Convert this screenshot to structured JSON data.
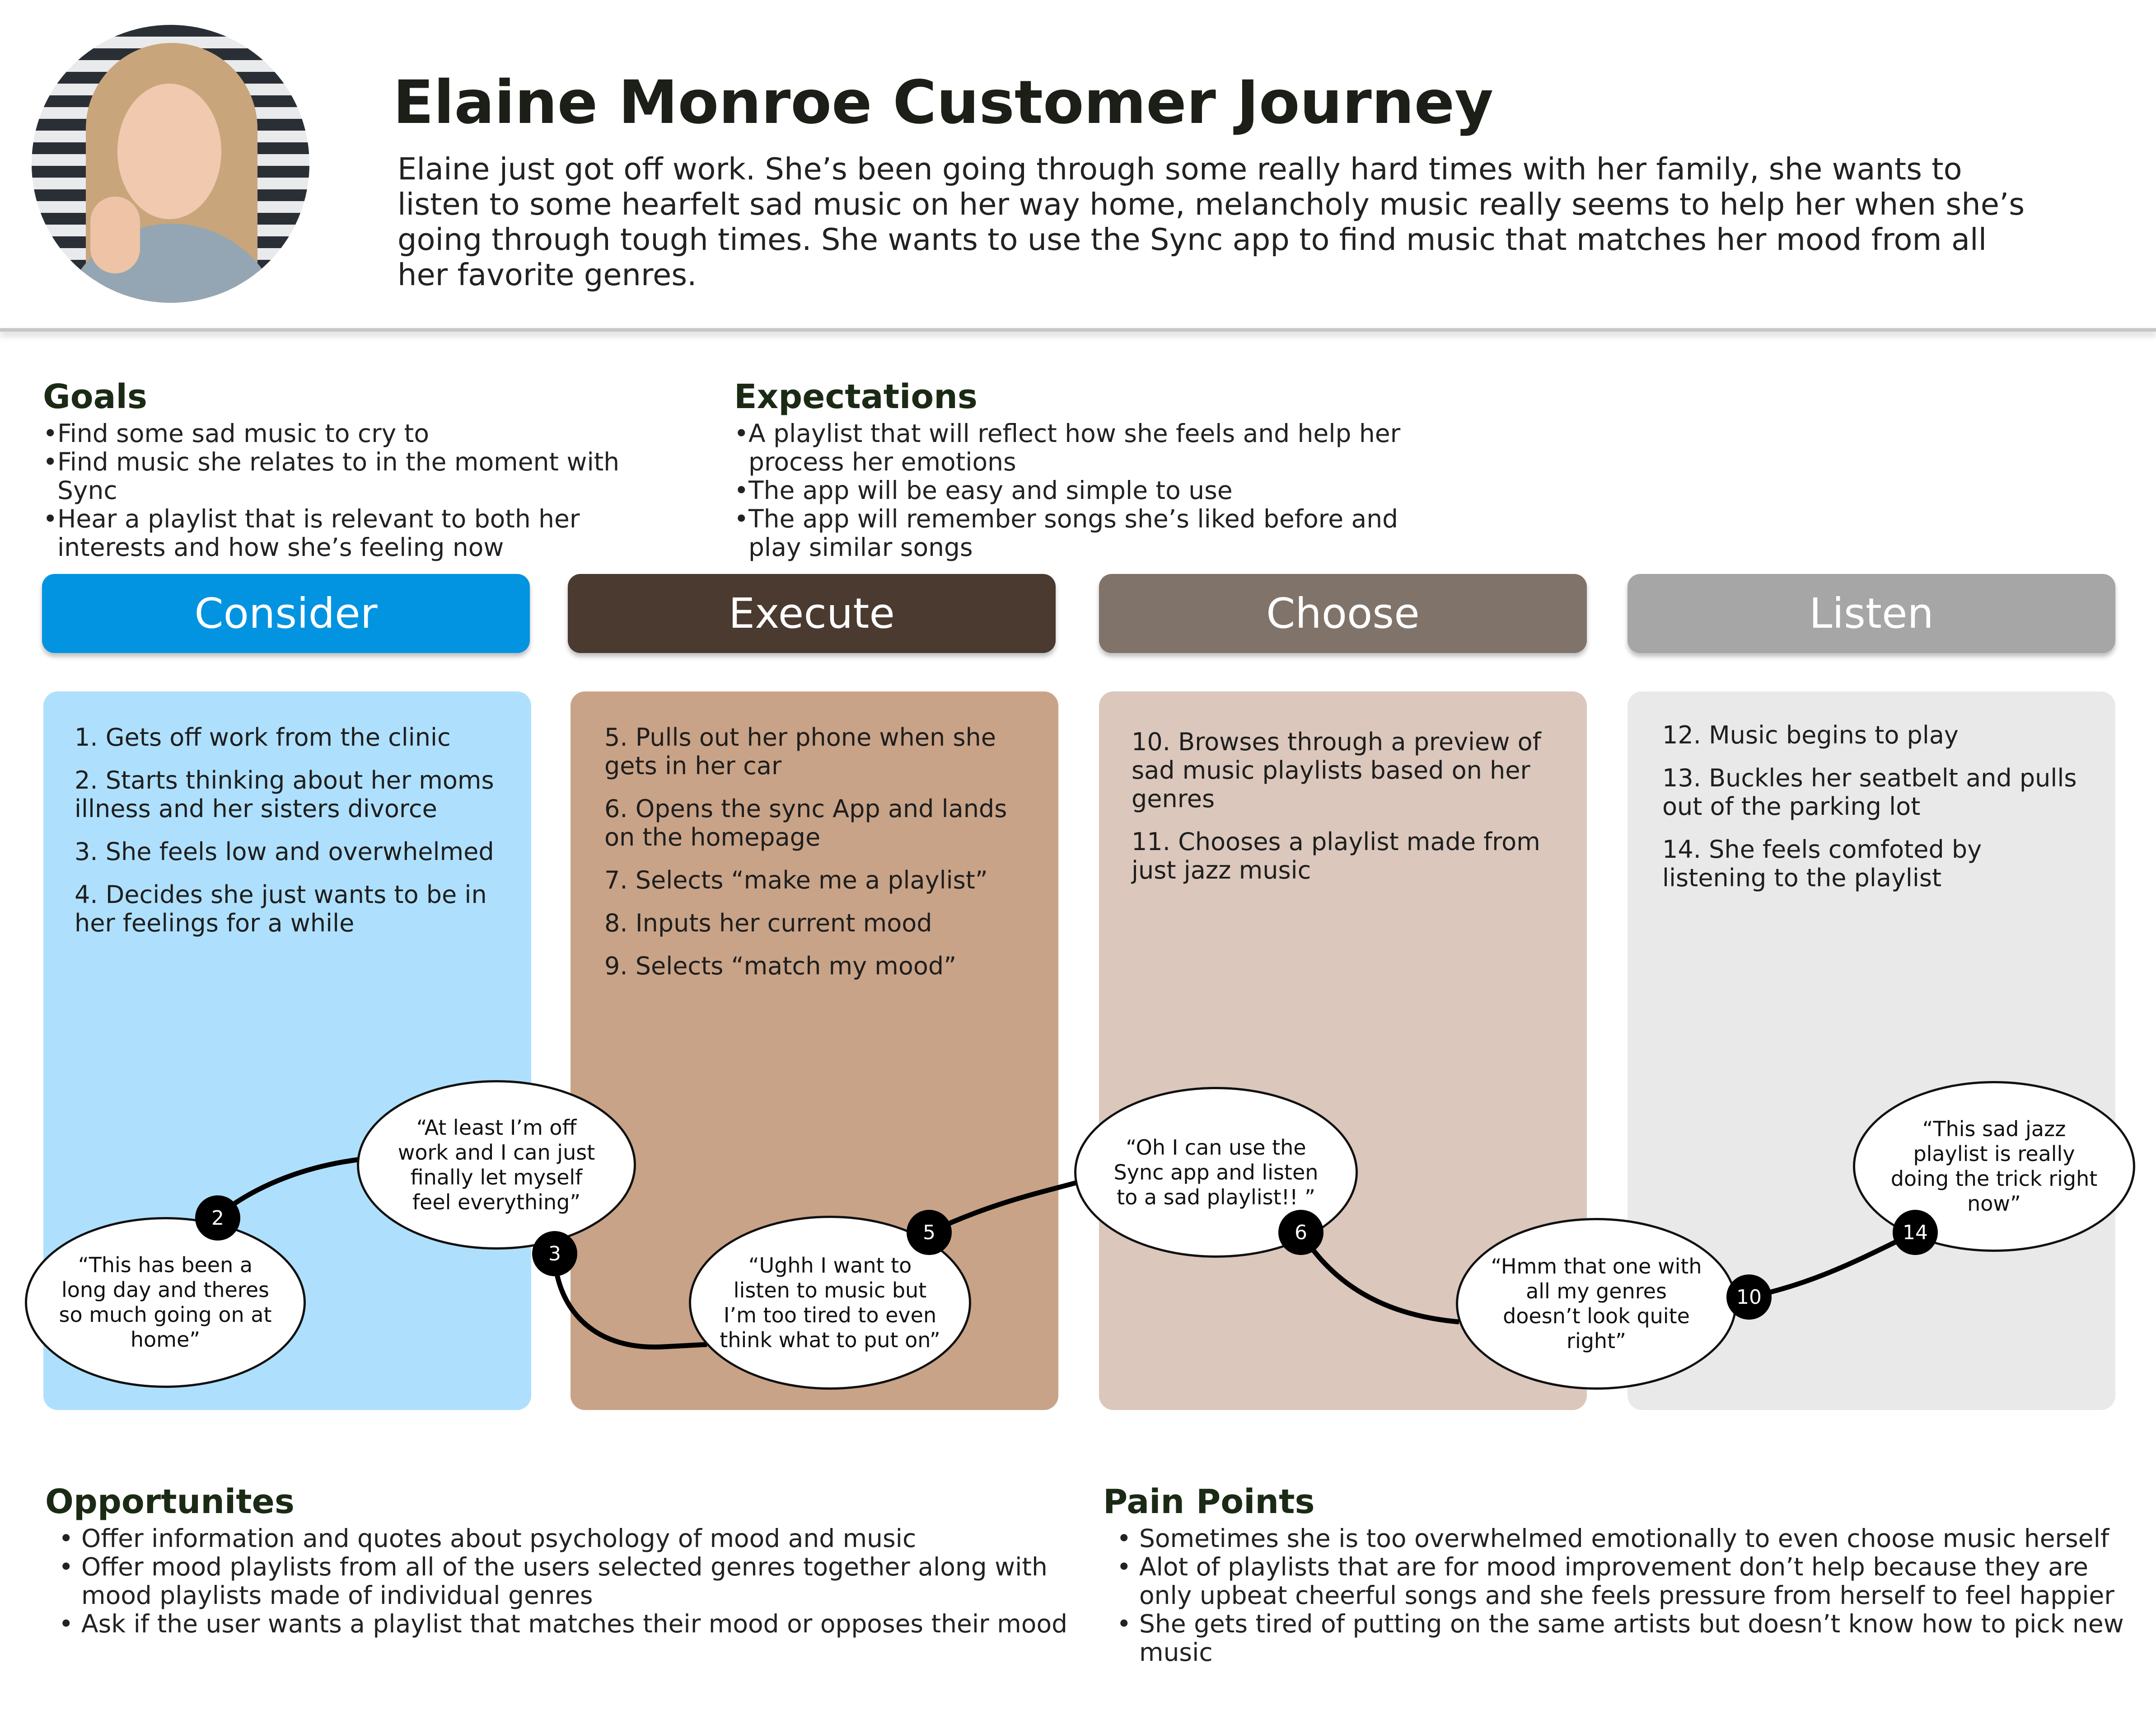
{
  "header": {
    "title": "Elaine Monroe Customer Journey",
    "intro": "Elaine just got off work. She’s been going through some really hard times with her family, she wants to listen to some hearfelt sad music on her way home, melancholy music really seems to help her when she’s going through tough times. She wants to use the Sync app to find music that matches her mood from all her favorite genres."
  },
  "goals": {
    "heading": "Goals",
    "items": [
      "Find some sad music to cry to",
      "Find music she relates to in the moment with Sync",
      "Hear a playlist that is relevant to both her interests and how she’s feeling now"
    ]
  },
  "expectations": {
    "heading": "Expectations",
    "items": [
      "A playlist that will reflect how she feels and help her process her emotions",
      "The app will be easy and simple to use",
      "The app will remember songs she’s liked before and play similar songs"
    ]
  },
  "stages": [
    {
      "label": "Consider",
      "color": "#0294e0",
      "card_color": "#aee0fd",
      "steps": [
        {
          "num": "1.",
          "text": "Gets off work from the clinic"
        },
        {
          "num": "2.",
          "text": "Starts thinking about her moms illness and her sisters divorce"
        },
        {
          "num": "3.",
          "text": "She feels low and overwhelmed"
        },
        {
          "num": "4.",
          "text": "Decides she just wants to be in her feelings for a while"
        }
      ]
    },
    {
      "label": "Execute",
      "color": "#4a3a2f",
      "card_color": "#c9a387",
      "steps": [
        {
          "num": "5.",
          "text": "Pulls out her phone when she gets in her car"
        },
        {
          "num": "6.",
          "text": "Opens the sync App and lands on the homepage"
        },
        {
          "num": "7.",
          "text": "Selects “make me a playlist”"
        },
        {
          "num": "8.",
          "text": "Inputs her current mood"
        },
        {
          "num": "9.",
          "text": "Selects “match  my mood”"
        }
      ]
    },
    {
      "label": "Choose",
      "color": "#80746a",
      "card_color": "#dbc7bb",
      "steps": [
        {
          "num": "10.",
          "text": "Browses through a preview of sad music playlists based on her genres"
        },
        {
          "num": "11.",
          "text": "Chooses a playlist made from just jazz music"
        }
      ]
    },
    {
      "label": "Listen",
      "color": "#a6a6a6",
      "card_color": "#e9e9e9",
      "steps": [
        {
          "num": "12.",
          "text": "Music begins to play"
        },
        {
          "num": "13.",
          "text": "Buckles her seatbelt and pulls out of the parking lot"
        },
        {
          "num": "14.",
          "text": "She feels comfoted by listening to the playlist"
        }
      ]
    }
  ],
  "journey": {
    "bubbles": [
      {
        "step": "2",
        "quote": "“This has been a long day and theres so much going on at home”"
      },
      {
        "step": "3",
        "quote": "“At least I’m off work and I can just finally let myself feel everything”"
      },
      {
        "step": "5",
        "quote": "“Ughh I want to listen to music but I’m too tired to even think what to put on”"
      },
      {
        "step": "6",
        "quote": "“Oh I can use the Sync app and listen to a sad playlist!! ”"
      },
      {
        "step": "10",
        "quote": "“Hmm that one with all my genres doesn’t look quite right”"
      },
      {
        "step": "14",
        "quote": "“This sad jazz playlist is really doing the trick right now”"
      }
    ]
  },
  "opportunities": {
    "heading": "Opportunites",
    "items": [
      "Offer information and quotes about psychology of mood and music",
      "Offer mood playlists from all of the users selected genres together along with mood playlists made of individual genres",
      "Ask if the user wants a playlist that matches their mood or opposes their mood"
    ]
  },
  "pain_points": {
    "heading": "Pain Points",
    "items": [
      "Sometimes she is too overwhelmed emotionally to even choose music herself",
      "Alot of playlists that are for mood improvement don’t help because they are only upbeat cheerful songs and she feels pressure from herself to feel happier",
      "She gets tired of putting on the same artists but doesn’t know how to pick new music"
    ]
  }
}
